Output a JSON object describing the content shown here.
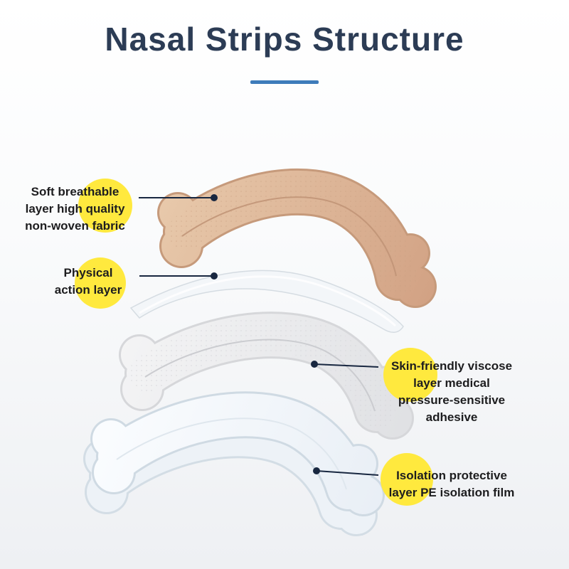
{
  "title": "Nasal Strips Structure",
  "colors": {
    "title_navy": "#2c3c55",
    "divider_blue": "#3e7cba",
    "highlight_yellow": "#ffe93e",
    "callout_dark": "#182740",
    "fabric_tan": "#d8ac8c",
    "adhesive_gray": "#e7e8ea",
    "film_white": "#f2f6fa"
  },
  "callouts": [
    {
      "id": "nonwoven-fabric",
      "label": "Soft breathable\nlayer high quality\nnon-woven fabric"
    },
    {
      "id": "physical-action",
      "label": "Physical\naction layer"
    },
    {
      "id": "adhesive",
      "label": "Skin-friendly viscose\nlayer medical\npressure-sensitive\nadhesive"
    },
    {
      "id": "pe-film",
      "label": "Isolation protective\nlayer PE isolation film"
    }
  ]
}
